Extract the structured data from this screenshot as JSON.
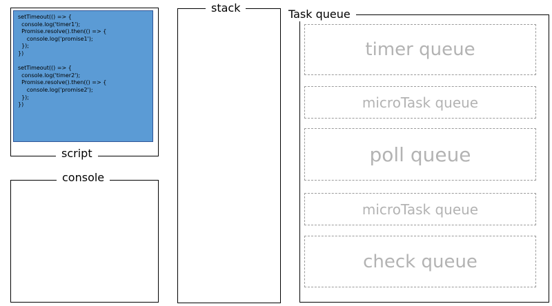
{
  "script": {
    "label": "script",
    "code": "setTimeout(() => {\n  console.log('timer1');\n  Promise.resolve().then(() => {\n     console.log('promise1');\n  });\n})\n\nsetTimeout(() => {\n  console.log('timer2');\n  Promise.resolve().then(() => {\n     console.log('promise2');\n  });\n})"
  },
  "console": {
    "label": "console"
  },
  "stack": {
    "label": "stack"
  },
  "task_queue": {
    "label": "Task queue",
    "queues": [
      {
        "name": "timer queue"
      },
      {
        "name": "microTask queue"
      },
      {
        "name": "poll queue"
      },
      {
        "name": "microTask queue"
      },
      {
        "name": "check queue"
      }
    ]
  }
}
